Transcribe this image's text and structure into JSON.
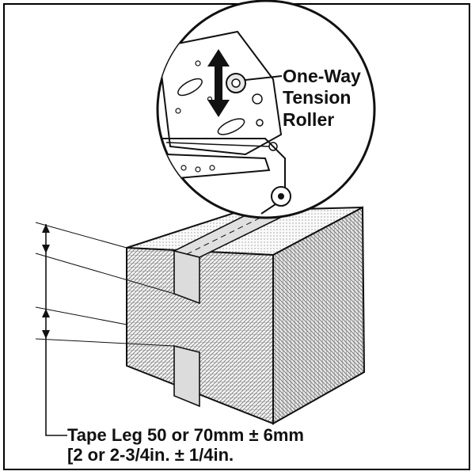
{
  "callout": {
    "lines": [
      "One-Way",
      "Tension",
      "Roller"
    ]
  },
  "caption": {
    "line1": "Tape Leg 50 or 70mm ± 6mm",
    "line2": "[2 or 2-3/4in. ± 1/4in."
  },
  "colors": {
    "line": "#111111",
    "box_hatch": "#8a8a8a",
    "tape": "#d9d9d9",
    "background": "#ffffff"
  },
  "icons": {
    "tension_arrow": "double-arrow-vertical-icon"
  }
}
